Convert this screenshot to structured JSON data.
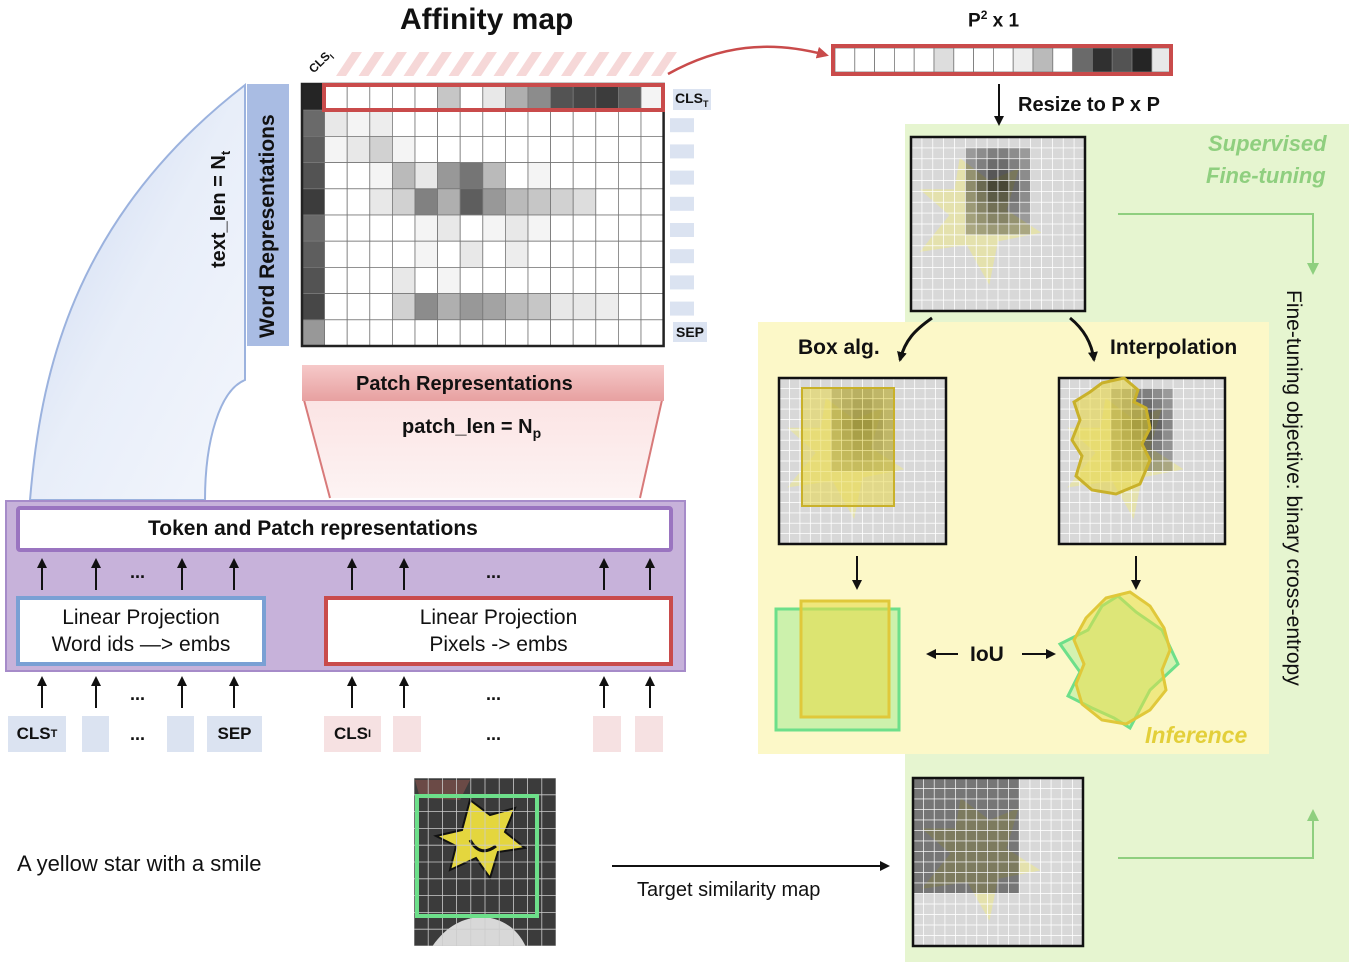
{
  "title": "Affinity map",
  "vector_label": "P² x 1",
  "vector_label_base": "P",
  "vector_label_sup": "2",
  "vector_label_rest": " x 1",
  "resize_label": "Resize to P x P",
  "supervised_label_1": "Supervised",
  "supervised_label_2": "Fine-tuning",
  "objective_label": "Fine-tuning objective: binary cross-entropy",
  "box_alg_label": "Box alg.",
  "interpolation_label": "Interpolation",
  "iou_label": "IoU",
  "inference_label": "Inference",
  "target_label": "Target similarity map",
  "caption": "A yellow star with a smile",
  "text_len_label": "text_len = N",
  "text_len_sub": "t",
  "word_repr_label": "Word Representations",
  "patch_repr_label": "Patch Representations",
  "patch_len_label": "patch_len = N",
  "patch_len_sub": "p",
  "token_patch_label": "Token and Patch representations",
  "linear_word_1": "Linear Projection",
  "linear_word_2": "Word  ids —> embs",
  "linear_pixel_1": "Linear Projection",
  "linear_pixel_2": "Pixels -> embs",
  "cls_t_chip": "CLS",
  "cls_t_sub": "T",
  "cls_i_chip": "CLS",
  "cls_i_sub": "I",
  "sep_chip": "SEP",
  "ellipsis": "...",
  "colors": {
    "purple_panel": "#c7b2da",
    "purple_border": "#9a74c0",
    "blue_border": "#7aa0d4",
    "red_border": "#c94b4b",
    "green_panel": "#e6f5d0",
    "yellow_panel": "#fcf8c8",
    "green_text": "#8fcf7f",
    "yellow_text": "#e3cf3a",
    "green_box": "#6ddf8a",
    "yellow_box": "#e0c83a"
  }
}
